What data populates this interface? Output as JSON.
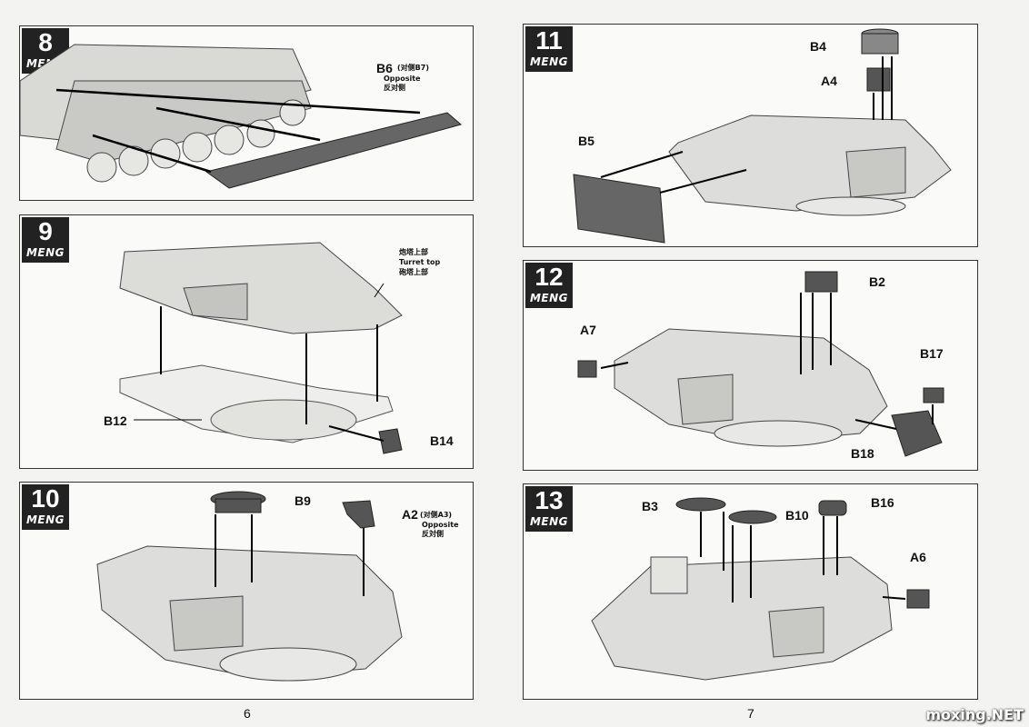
{
  "logo": "MENG",
  "steps": [
    {
      "number": "8",
      "labels": {
        "b6": "B6",
        "b6_note": "(对侧B7)",
        "opposite": "Opposite",
        "opposite_cn": "反对侧"
      }
    },
    {
      "number": "9",
      "labels": {
        "b12": "B12",
        "b14": "B14",
        "turret_cn": "炮塔上部",
        "turret_en": "Turret top",
        "turret_cn2": "砲塔上部"
      }
    },
    {
      "number": "10",
      "labels": {
        "b9": "B9",
        "a2": "A2",
        "a2_note": "(对侧A3)",
        "opposite": "Opposite",
        "opposite_cn": "反対側"
      }
    },
    {
      "number": "11",
      "labels": {
        "b4": "B4",
        "a4": "A4",
        "b5": "B5"
      }
    },
    {
      "number": "12",
      "labels": {
        "a7": "A7",
        "b2": "B2",
        "b17": "B17",
        "b18": "B18"
      }
    },
    {
      "number": "13",
      "labels": {
        "b3": "B3",
        "b10": "B10",
        "b16": "B16",
        "a6": "A6"
      }
    }
  ],
  "pages": {
    "left": "6",
    "right": "7"
  },
  "watermark": "moxing.NET"
}
